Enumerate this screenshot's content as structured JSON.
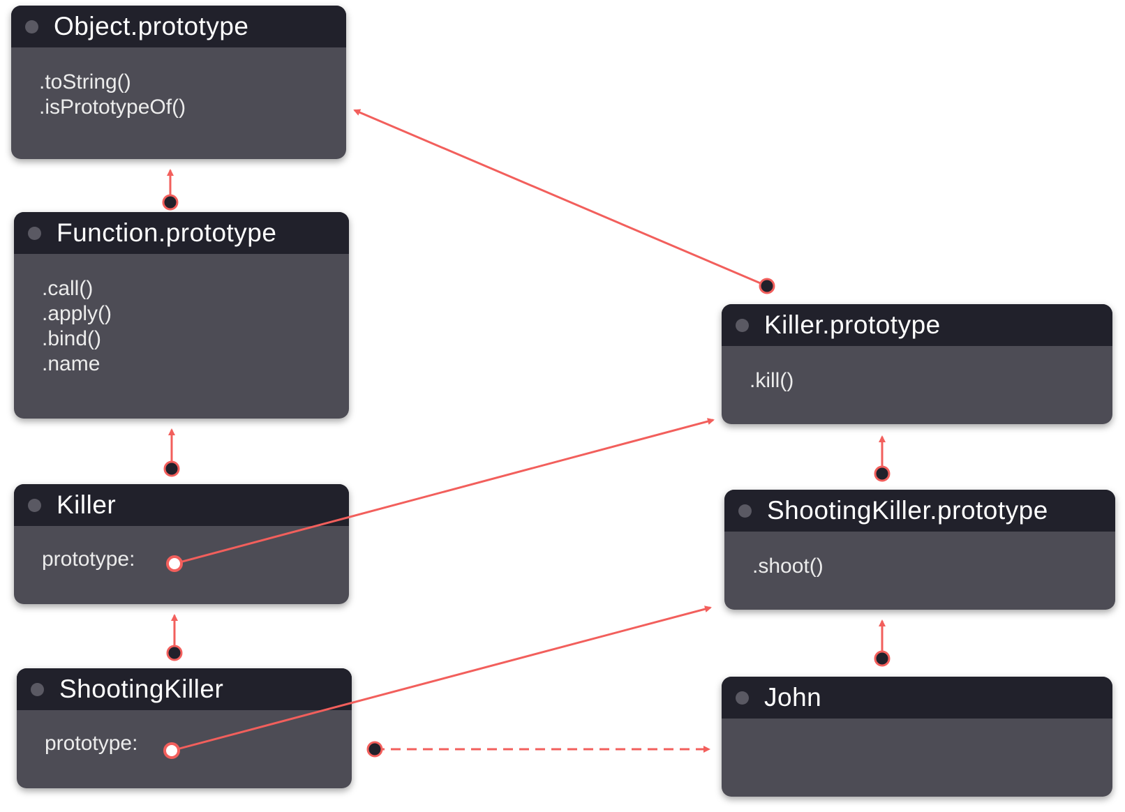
{
  "colors": {
    "accent": "#f25f5c",
    "header": "#21212b",
    "body": "#4d4c55",
    "dot": "#21212b"
  },
  "nodes": {
    "object_prototype": {
      "title": "Object.prototype",
      "members": [
        ".toString()",
        ".isPrototypeOf()"
      ]
    },
    "function_prototype": {
      "title": "Function.prototype",
      "members": [
        ".call()",
        ".apply()",
        ".bind()",
        ".name"
      ]
    },
    "killer": {
      "title": "Killer",
      "prototype_label": "prototype:"
    },
    "shooting_killer": {
      "title": "ShootingKiller",
      "prototype_label": "prototype:"
    },
    "killer_prototype": {
      "title": "Killer.prototype",
      "members": [
        ".kill()"
      ]
    },
    "shooting_killer_prototype": {
      "title": "ShootingKiller.prototype",
      "members": [
        ".shoot()"
      ]
    },
    "john": {
      "title": "John"
    }
  },
  "links": [
    {
      "from": "function_prototype",
      "to": "object_prototype",
      "style": "solid"
    },
    {
      "from": "killer",
      "to": "function_prototype",
      "style": "solid"
    },
    {
      "from": "shooting_killer",
      "to": "killer",
      "style": "solid"
    },
    {
      "from": "killer_prototype",
      "to": "object_prototype",
      "style": "solid"
    },
    {
      "from": "shooting_killer_prototype",
      "to": "killer_prototype",
      "style": "solid"
    },
    {
      "from": "john",
      "to": "shooting_killer_prototype",
      "style": "solid"
    },
    {
      "from": "killer.prototype",
      "to": "killer_prototype",
      "style": "solid"
    },
    {
      "from": "shooting_killer.prototype",
      "to": "shooting_killer_prototype",
      "style": "solid"
    },
    {
      "from": "shooting_killer",
      "to": "john",
      "style": "dashed"
    }
  ]
}
